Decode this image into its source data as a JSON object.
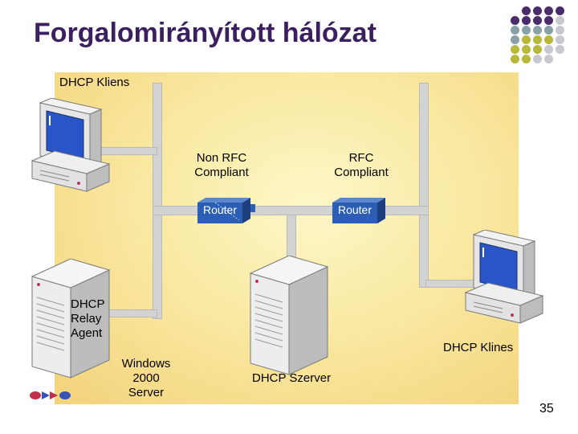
{
  "title": "Forgalomirányított hálózat",
  "labels": {
    "dhcp_kliens_top": "DHCP Kliens",
    "non_rfc_line1": "Non RFC",
    "non_rfc_line2": "Compliant",
    "rfc_line1": "RFC",
    "rfc_line2": "Compliant",
    "router_left": "Router",
    "router_right": "Router",
    "relay_line1": "DHCP",
    "relay_line2": "Relay",
    "relay_line3": "Agent",
    "windows_line1": "Windows",
    "windows_line2": "2000",
    "windows_line3": "Server",
    "dhcp_szerver": "DHCP Szerver",
    "dhcp_klines": "DHCP Klines"
  },
  "page_number": "35",
  "colors": {
    "title": "#3b1f5e",
    "dot_purple": "#4b2c6b",
    "dot_gray": "#8aa0a8",
    "dot_olive": "#b8b83a",
    "dot_light": "#c8c8d0",
    "router": "#2c5fb3"
  },
  "icons": [
    "client-computer-icon",
    "server-tower-icon",
    "router-icon",
    "network-pipe",
    "logo-icon",
    "decorative-dots"
  ]
}
